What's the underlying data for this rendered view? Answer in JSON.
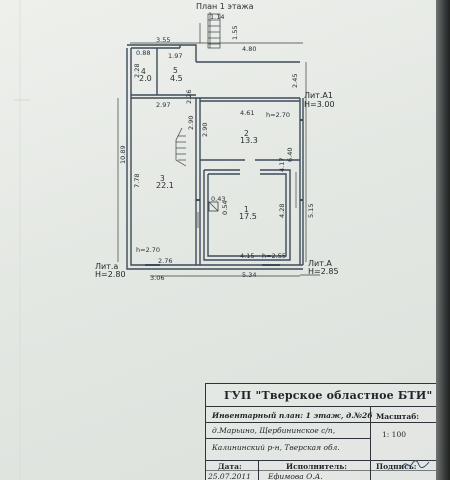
{
  "plan": {
    "title": "План 1 этажа",
    "dims": {
      "stair_w": "1.14",
      "stair_len": "1.55",
      "top_left": "3.55",
      "top_right": "4.80",
      "wall_088": "0.88",
      "wall_197": "1.97",
      "h_228": "2.28",
      "h_226": "2.26",
      "right_245": "2.45",
      "w_297": "2.97",
      "w_461": "4.61",
      "h_270_a": "h=2.70",
      "v_290": "2.90",
      "v_290b": "2.90",
      "left_1089": "10.89",
      "left_778": "7.78",
      "v_343": "0.43",
      "v_054": "0.54",
      "v_417": "4.17",
      "v_640": "6.40",
      "v_428": "4.28",
      "right_515": "5.15",
      "w_415": "4.15",
      "h_255": "h=2.55",
      "h_270_b": "h=2.70",
      "w_276": "2.76",
      "w_306": "3.06",
      "w_534": "5.34"
    },
    "rooms": [
      {
        "num": "5",
        "area": "4.5"
      },
      {
        "num": "4",
        "area": "2.0"
      },
      {
        "num": "2",
        "area": "13.3"
      },
      {
        "num": "3",
        "area": "22.1"
      },
      {
        "num": "1",
        "area": "17.5"
      }
    ],
    "lit_a1": {
      "name": "Лит.А1",
      "h": "H=3.00"
    },
    "lit_a": {
      "name": "Лит.А",
      "h": "H=2.85"
    },
    "lit_a_small": {
      "name": "Лит.а",
      "h": "H=2.80"
    }
  },
  "stamp": {
    "org": "ГУП \"Тверское областное БТИ\"",
    "inventory": "Инвентарный план: 1 этаж,  д.№26",
    "address1": "д.Марьино, Щербининское с/п,",
    "address2": "Калининский р-н, Тверская обл.",
    "scale_label": "Масштаб:",
    "scale_value": "1: 100",
    "date_label": "Дата:",
    "date_value": "25.07.2011",
    "executor_label": "Исполнитель:",
    "executor_value": "Ефимова О.А.",
    "signature_label": "Подпись:"
  },
  "colors": {
    "wall": "#3d4a59",
    "line": "#3a3f44"
  }
}
